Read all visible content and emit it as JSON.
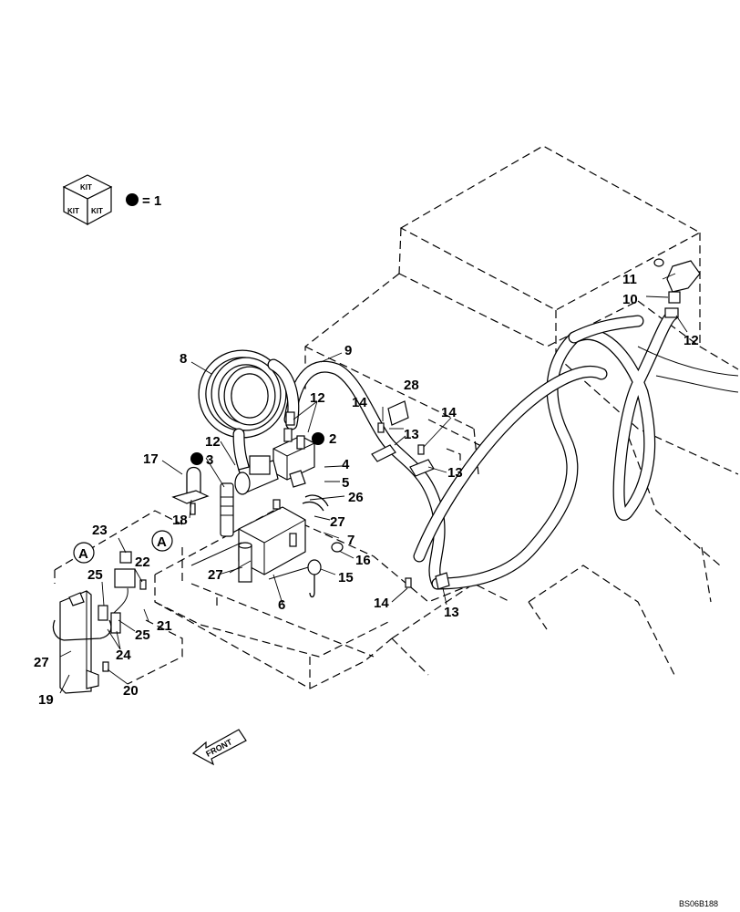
{
  "legend": {
    "kit_labels": [
      "KIT",
      "KIT",
      "KIT"
    ],
    "dot_text": "= 1"
  },
  "callouts": {
    "c2": "2",
    "c3": "3",
    "c4": "4",
    "c5": "5",
    "c6": "6",
    "c7": "7",
    "c8": "8",
    "c9": "9",
    "c10": "10",
    "c11": "11",
    "c12a": "12",
    "c12b": "12",
    "c12c": "12",
    "c13a": "13",
    "c13b": "13",
    "c13c": "13",
    "c14a": "14",
    "c14b": "14",
    "c14c": "14",
    "c15": "15",
    "c16": "16",
    "c17": "17",
    "c18": "18",
    "c19": "19",
    "c20": "20",
    "c21": "21",
    "c22": "22",
    "c23": "23",
    "c24": "24",
    "c25a": "25",
    "c25b": "25",
    "c26": "26",
    "c27a": "27",
    "c27b": "27",
    "c27c": "27",
    "c28": "28",
    "refA1": "A",
    "refA2": "A"
  },
  "front_label": "FRONT",
  "figure_code": "BS06B188"
}
